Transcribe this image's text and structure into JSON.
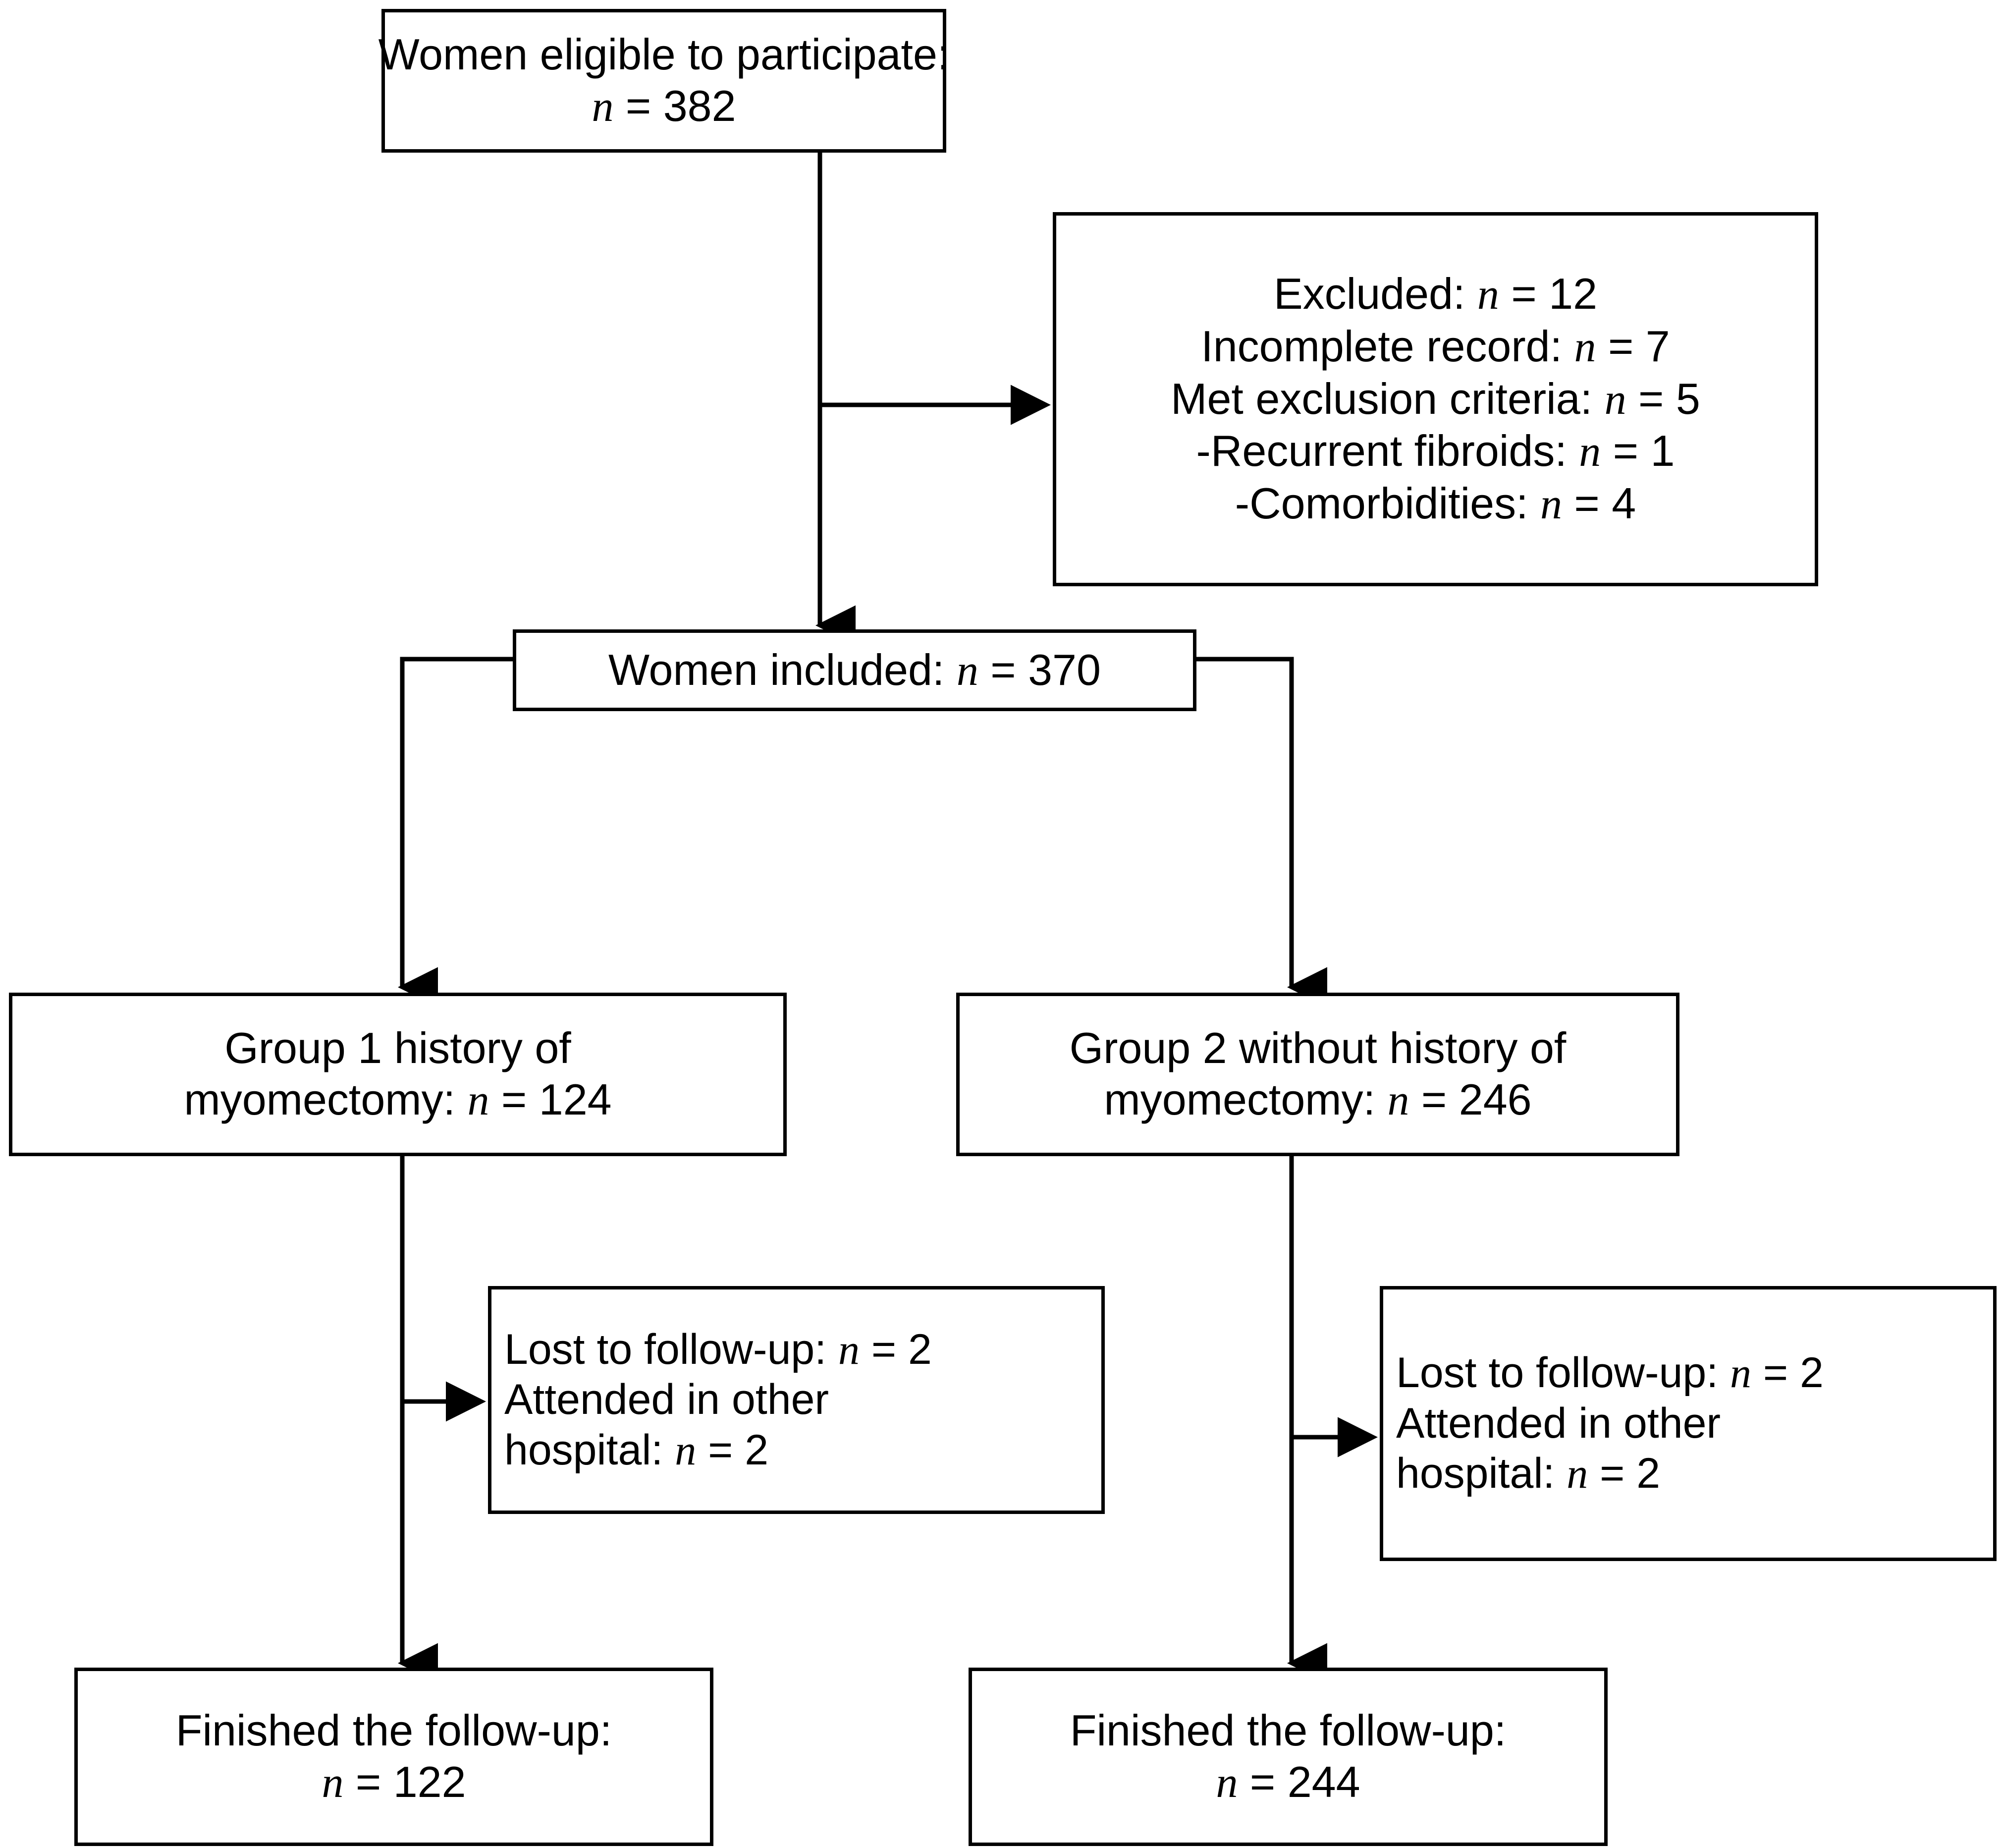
{
  "diagram": {
    "type": "flowchart",
    "title": "Study participant flow diagram",
    "colors": {
      "box_border": "#000000",
      "box_fill": "#ffffff",
      "connector": "#000000",
      "text": "#000000"
    },
    "nodes": {
      "eligible": {
        "name": "women-eligible",
        "lines": [
          {
            "text": "Women eligible to participate:",
            "italic_var": "",
            "value": ""
          },
          {
            "text": "",
            "italic_var": "n",
            "value": " = 382"
          }
        ],
        "label": "Women eligible to participate: n = 382",
        "count": 382
      },
      "excluded": {
        "name": "excluded",
        "lines": [
          {
            "text": "Excluded: ",
            "italic_var": "n",
            "value": " = 12"
          },
          {
            "text": "Incomplete record: ",
            "italic_var": "n",
            "value": " = 7"
          },
          {
            "text": "Met exclusion criteria: ",
            "italic_var": "n",
            "value": " = 5"
          },
          {
            "text": "-Recurrent fibroids: ",
            "italic_var": "n",
            "value": " = 1"
          },
          {
            "text": "-Comorbidities: ",
            "italic_var": "n",
            "value": " = 4"
          }
        ],
        "label": "Excluded: n = 12",
        "counts": {
          "excluded_total": 12,
          "incomplete_record": 7,
          "met_exclusion_criteria": 5,
          "recurrent_fibroids": 1,
          "comorbidities": 4
        }
      },
      "included": {
        "name": "women-included",
        "lines": [
          {
            "text": "Women included: ",
            "italic_var": "n",
            "value": " = 370"
          }
        ],
        "label": "Women included: n = 370",
        "count": 370
      },
      "group1": {
        "name": "group-1",
        "lines": [
          {
            "text": "Group 1 history of",
            "italic_var": "",
            "value": ""
          },
          {
            "text": "myomectomy: ",
            "italic_var": "n",
            "value": " = 124"
          }
        ],
        "label": "Group 1 history of myomectomy: n = 124",
        "count": 124
      },
      "group2": {
        "name": "group-2",
        "lines": [
          {
            "text": "Group 2 without history of",
            "italic_var": "",
            "value": ""
          },
          {
            "text": "myomectomy: ",
            "italic_var": "n",
            "value": " = 246"
          }
        ],
        "label": "Group 2 without history of myomectomy: n = 246",
        "count": 246
      },
      "lost1": {
        "name": "lost-to-follow-up-group-1",
        "lines": [
          {
            "text": "Lost to follow-up: ",
            "italic_var": "n",
            "value": " = 2"
          },
          {
            "text": "Attended in other",
            "italic_var": "",
            "value": ""
          },
          {
            "text": "hospital: ",
            "italic_var": "n",
            "value": " = 2"
          }
        ],
        "label": "Lost to follow-up: n = 2 / Attended in other hospital: n = 2",
        "counts": {
          "lost_to_follow_up": 2,
          "attended_other_hospital": 2
        }
      },
      "lost2": {
        "name": "lost-to-follow-up-group-2",
        "lines": [
          {
            "text": "Lost to follow-up: ",
            "italic_var": "n",
            "value": " = 2"
          },
          {
            "text": "Attended in other",
            "italic_var": "",
            "value": ""
          },
          {
            "text": "hospital: ",
            "italic_var": "n",
            "value": " = 2"
          }
        ],
        "label": "Lost to follow-up: n = 2 / Attended in other hospital: n = 2",
        "counts": {
          "lost_to_follow_up": 2,
          "attended_other_hospital": 2
        }
      },
      "finished1": {
        "name": "finished-follow-up-group-1",
        "lines": [
          {
            "text": "Finished the follow-up:",
            "italic_var": "",
            "value": ""
          },
          {
            "text": "",
            "italic_var": "n",
            "value": " = 122"
          }
        ],
        "label": "Finished the follow-up: n = 122",
        "count": 122
      },
      "finished2": {
        "name": "finished-follow-up-group-2",
        "lines": [
          {
            "text": "Finished the follow-up:",
            "italic_var": "",
            "value": ""
          },
          {
            "text": "",
            "italic_var": "n",
            "value": " = 244"
          }
        ],
        "label": "Finished the follow-up: n = 244",
        "count": 244
      }
    },
    "edges": [
      {
        "from": "eligible",
        "to": "included",
        "kind": "vertical-arrow"
      },
      {
        "from": "eligible",
        "to": "excluded",
        "kind": "branch-right-arrow"
      },
      {
        "from": "included",
        "to": "group1",
        "kind": "elbow-left-arrow"
      },
      {
        "from": "included",
        "to": "group2",
        "kind": "elbow-right-arrow"
      },
      {
        "from": "group1",
        "to": "lost1",
        "kind": "branch-right-arrow"
      },
      {
        "from": "group1",
        "to": "finished1",
        "kind": "vertical-arrow"
      },
      {
        "from": "group2",
        "to": "lost2",
        "kind": "branch-right-arrow"
      },
      {
        "from": "group2",
        "to": "finished2",
        "kind": "vertical-arrow"
      }
    ]
  }
}
